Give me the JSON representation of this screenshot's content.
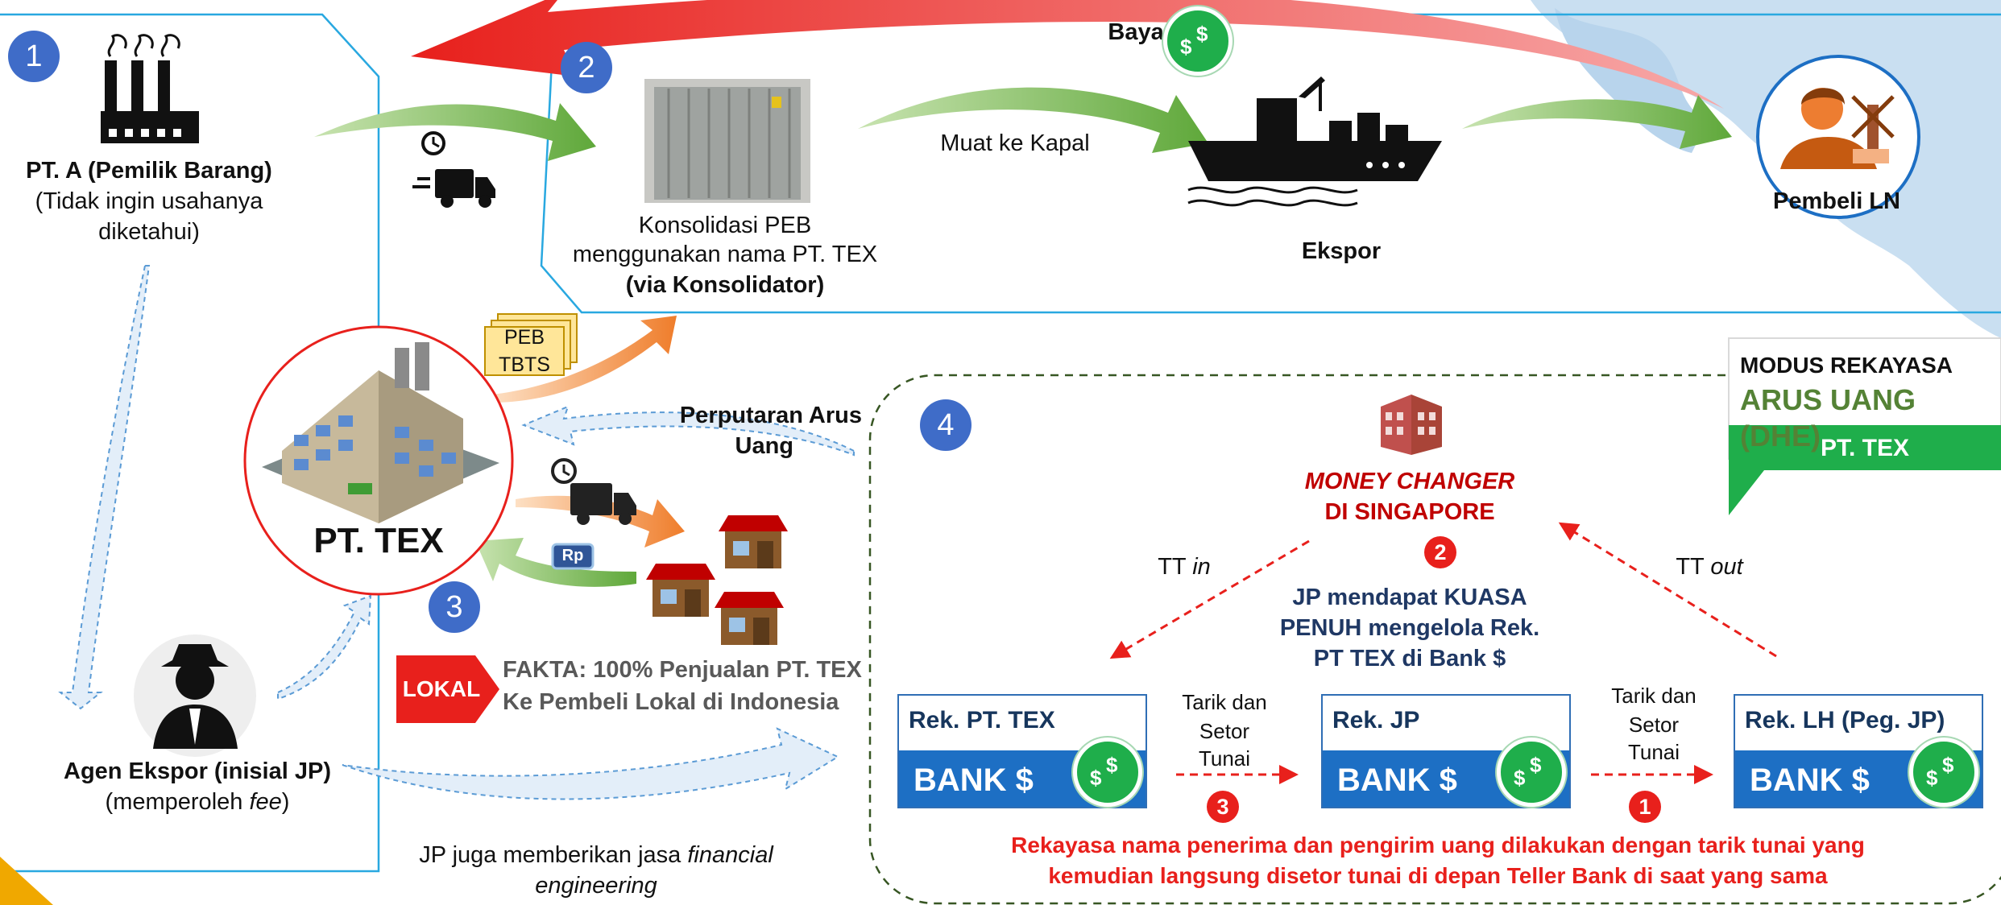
{
  "steps": {
    "s1": "1",
    "s2": "2",
    "s3": "3",
    "s4": "4"
  },
  "pt_a": {
    "title": "PT. A (Pemilik Barang)",
    "note1": "(Tidak ingin usahanya",
    "note2": "diketahui)"
  },
  "consolidation": {
    "line1": "Konsolidasi PEB",
    "line2": "menggunakan nama PT. TEX",
    "line3": "(via Konsolidator)"
  },
  "bayar": "Bayar",
  "muat": "Muat ke Kapal",
  "ekspor": "Ekspor",
  "buyer": "Pembeli LN",
  "docs": {
    "line1": "PEB",
    "line2": "TBTS"
  },
  "pt_tex": "PT. TEX",
  "perputaran": {
    "line1": "Perputaran Arus",
    "line2": "Uang"
  },
  "rp_tag": "Rp",
  "lokal": {
    "badge": "LOKAL",
    "fact1": "FAKTA: 100% Penjualan PT. TEX",
    "fact2": "Ke Pembeli Lokal di Indonesia"
  },
  "agent": {
    "title": "Agen Ekspor (inisial JP)",
    "note_pre": "(memperoleh ",
    "note_em": "fee",
    "note_post": ")"
  },
  "jp_fin": {
    "line1_pre": "JP juga memberikan jasa ",
    "line1_em": "financial",
    "line2_em": "engineering"
  },
  "modus": {
    "line1": "MODUS REKAYASA",
    "line2": "ARUS UANG (DHE)",
    "line3": "PT. TEX"
  },
  "money_changer": {
    "line1": "MONEY CHANGER",
    "line2": "DI SINGAPORE"
  },
  "jp_kuasa": {
    "line1": "JP mendapat KUASA",
    "line2": "PENUH mengelola Rek.",
    "line3": "PT TEX di Bank $"
  },
  "tt_in": {
    "pre": "TT ",
    "em": "in"
  },
  "tt_out": {
    "pre": "TT ",
    "em": "out"
  },
  "accounts": [
    {
      "name": "Rek. PT. TEX",
      "bank": "BANK $"
    },
    {
      "name": "Rek. JP",
      "bank": "BANK $"
    },
    {
      "name": "Rek. LH (Peg. JP)",
      "bank": "BANK $"
    }
  ],
  "tarik": {
    "line1": "Tarik dan",
    "line2": "Setor",
    "line3": "Tunai"
  },
  "red_steps": {
    "r1": "1",
    "r2": "2",
    "r3": "3"
  },
  "footer": {
    "line1": "Rekayasa nama penerima dan pengirim uang dilakukan dengan tarik tunai yang",
    "line2": "kemudian langsung disetor tunai di depan Teller Bank di saat yang sama"
  },
  "colors": {
    "blue_line": "#29a8e0",
    "green_arrow": "#6ab04c",
    "red_arrow": "#e8201c",
    "orange_arrow": "#f08a3c",
    "accent_blue": "#3f6cc8",
    "dark_blue": "#1f3864",
    "green_text": "#548235",
    "red_text": "#c00000"
  }
}
